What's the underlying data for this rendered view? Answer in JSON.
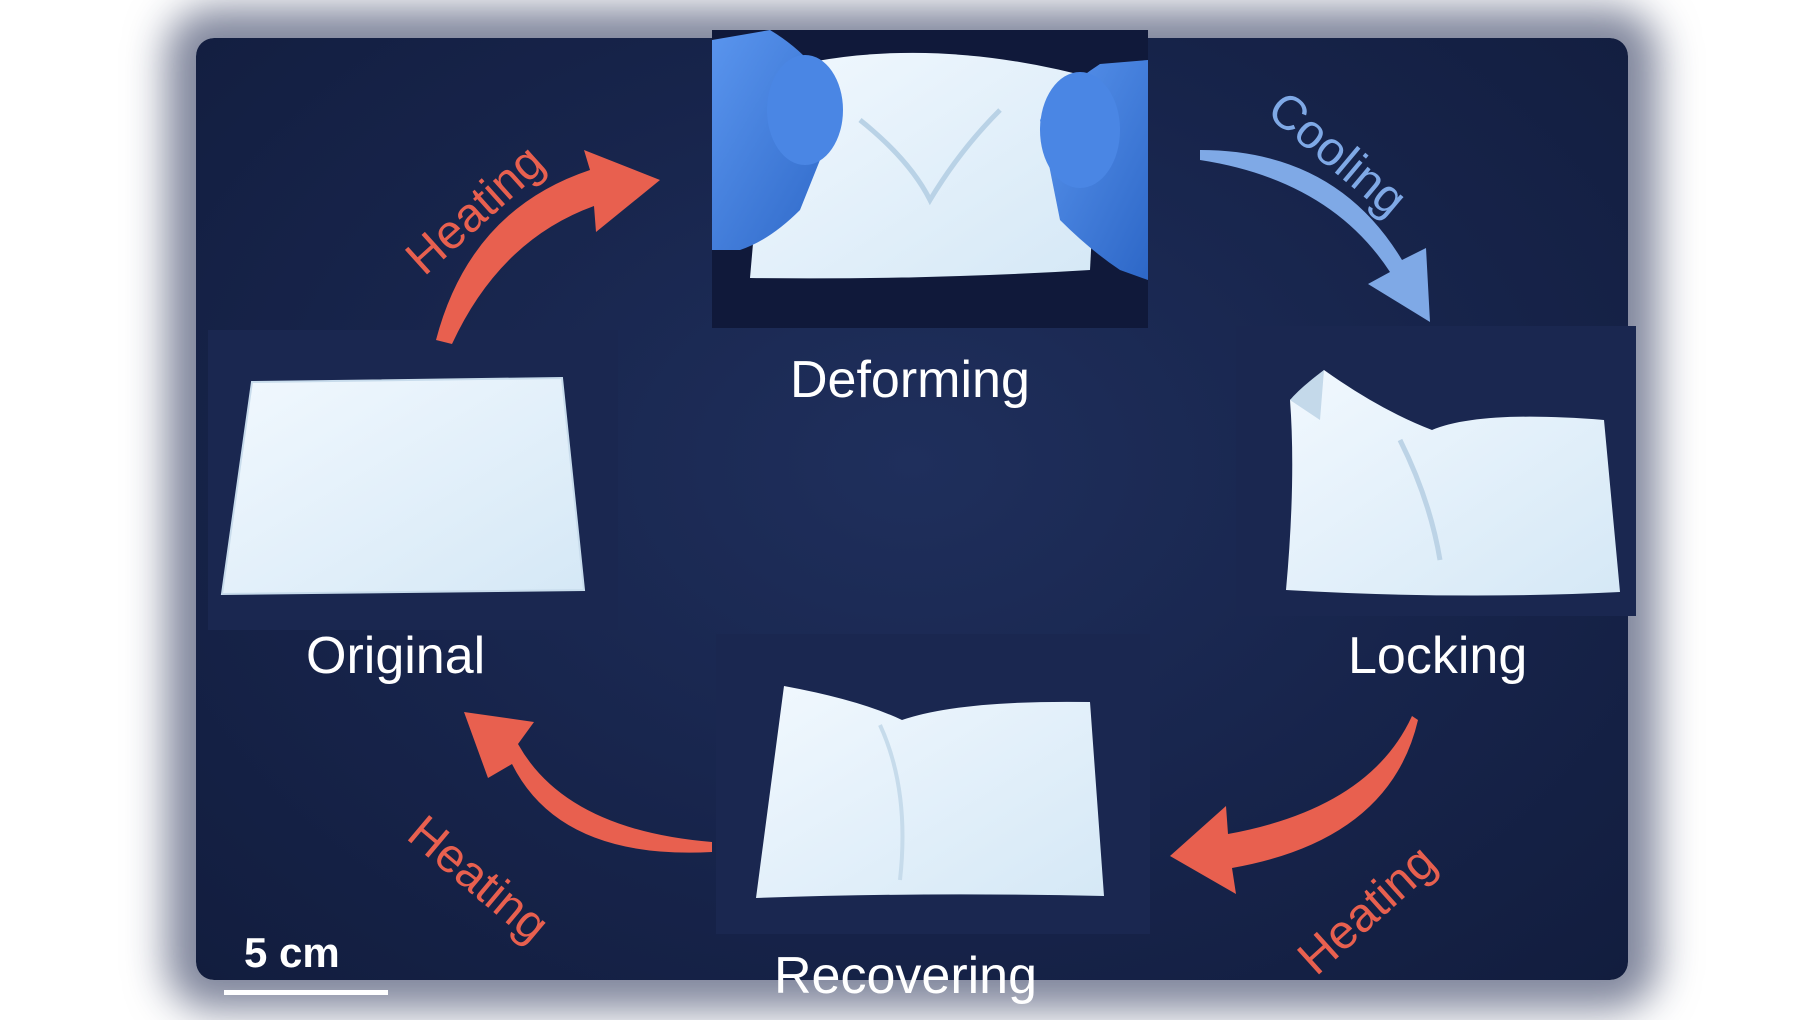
{
  "stages": {
    "original": "Original",
    "deforming": "Deforming",
    "locking": "Locking",
    "recovering": "Recovering"
  },
  "arrows": {
    "original_to_deforming": "Heating",
    "deforming_to_locking": "Cooling",
    "locking_to_recovering": "Heating",
    "recovering_to_original": "Heating"
  },
  "scale_bar": {
    "label": "5 cm"
  },
  "colors": {
    "background": "#17244b",
    "heating_arrow": "#e8604f",
    "cooling_arrow": "#7fa9e6",
    "sheet": "#e6f2fb",
    "glove": "#3f7fe0",
    "text": "#ffffff"
  }
}
